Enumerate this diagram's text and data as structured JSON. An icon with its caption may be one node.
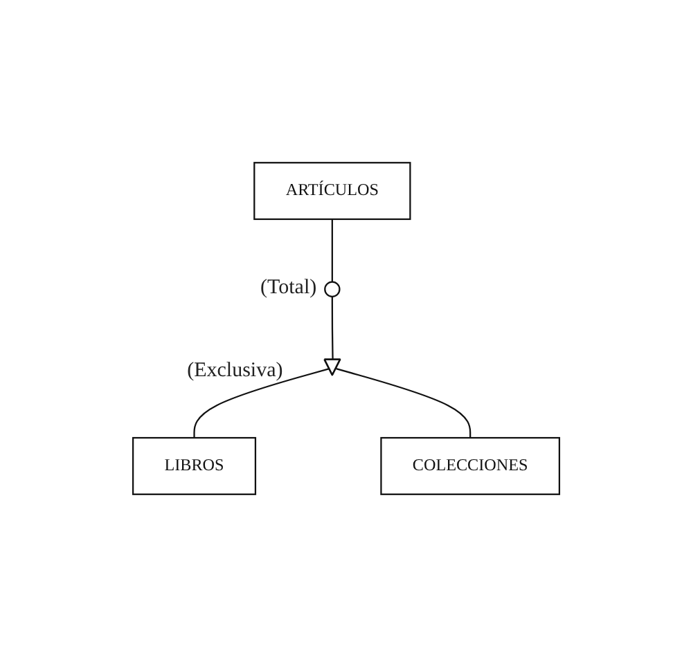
{
  "diagram": {
    "nodes": [
      {
        "text": [
          "ARTÍCULOS"
        ]
      },
      {
        "text": [],
        "shape": "circle",
        "beside": [
          "(Total)"
        ]
      },
      {
        "text": [],
        "shape": "triangle"
      },
      {
        "text": [
          "LIBROS"
        ]
      },
      {
        "text": [
          "COLECCIONES"
        ]
      }
    ],
    "edges": [
      {
        "from": 0,
        "to": 1,
        "arrow": "none"
      },
      {
        "from": 1,
        "to": 2,
        "arrow": "none"
      },
      {
        "from": 2,
        "to": 3,
        "arrow": "none"
      },
      {
        "from": 2,
        "to": 4,
        "arrow": "none"
      }
    ],
    "labels": [
      "(Exclusiva)"
    ]
  }
}
